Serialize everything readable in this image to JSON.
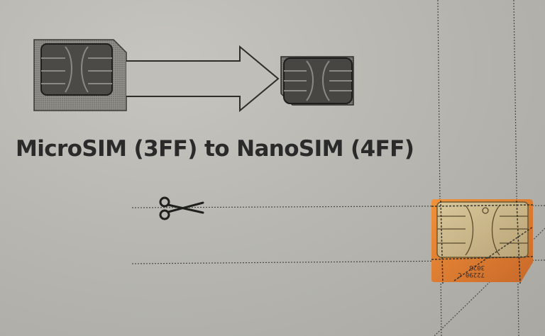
{
  "caption": "MicroSIM (3FF) to NanoSIM (4FF)",
  "card_print": {
    "line1": "72290 C",
    "line2": "3028"
  },
  "icons": {
    "arrow": "right-arrow-icon",
    "scissors": "scissors-icon",
    "microsim": "microsim-card-icon",
    "nanosim": "nanosim-card-icon"
  },
  "colors": {
    "paper": "#b9b8b2",
    "ink": "#2a2a2a",
    "sim_orange": "#e07a2a",
    "chip_gold": "#c9b584"
  }
}
